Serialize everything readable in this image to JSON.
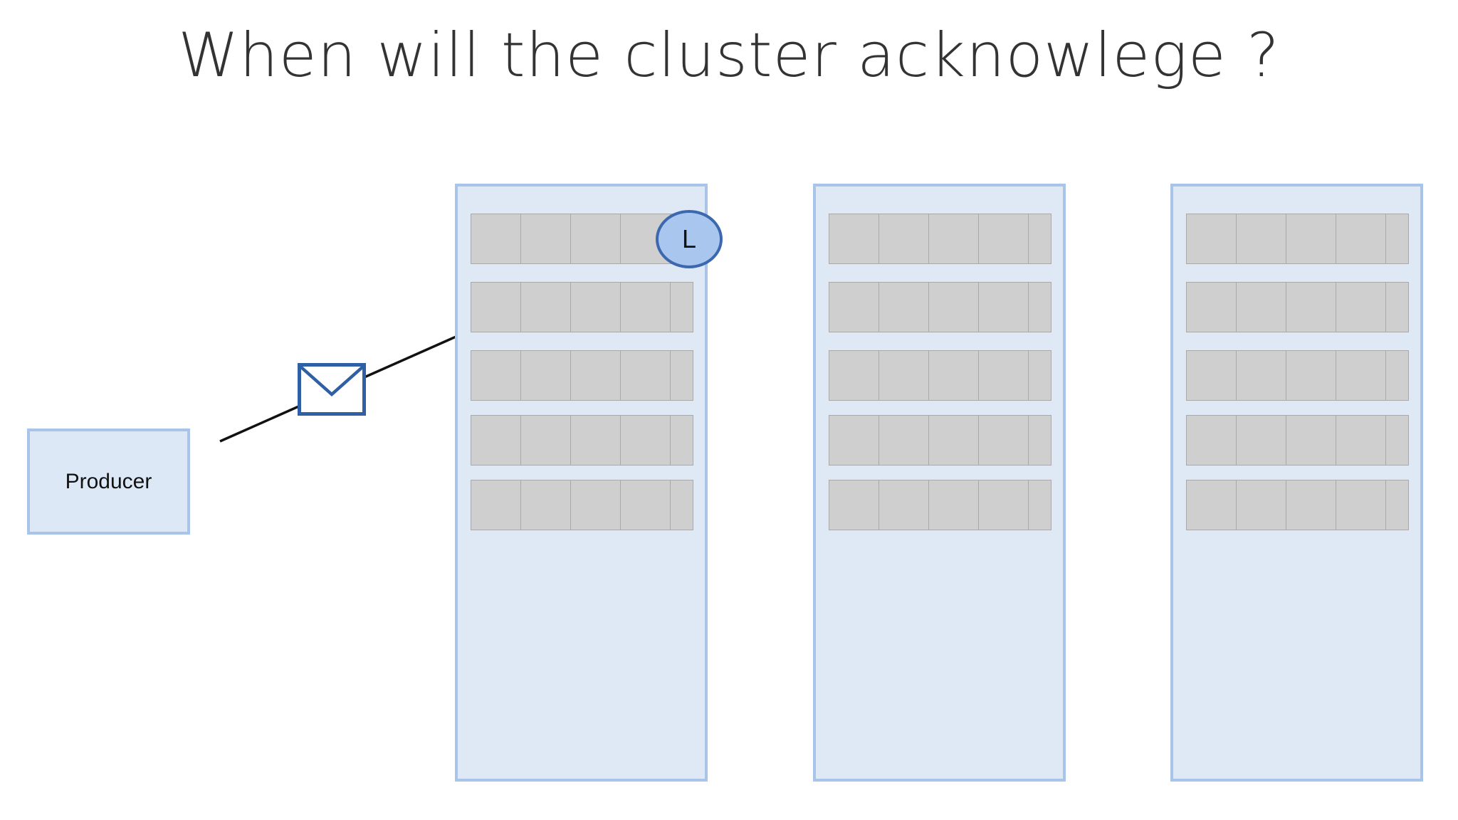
{
  "title": "When will the cluster acknowlege ?",
  "producer": {
    "label": "Producer"
  },
  "leader_badge": {
    "label": "L"
  },
  "brokers": [
    {
      "partitions": 5,
      "cells_per_partition": 5
    },
    {
      "partitions": 5,
      "cells_per_partition": 5
    },
    {
      "partitions": 5,
      "cells_per_partition": 5
    }
  ],
  "icons": {
    "message": "envelope-icon",
    "leader": "leader-badge-icon"
  },
  "colors": {
    "broker_fill": "#dfe9f6",
    "broker_border": "#a8c4e8",
    "partition_cell": "#cfcfcf",
    "leader_fill": "#a9c6ee",
    "leader_border": "#3c68b0",
    "envelope_stroke": "#2f5fa5"
  }
}
